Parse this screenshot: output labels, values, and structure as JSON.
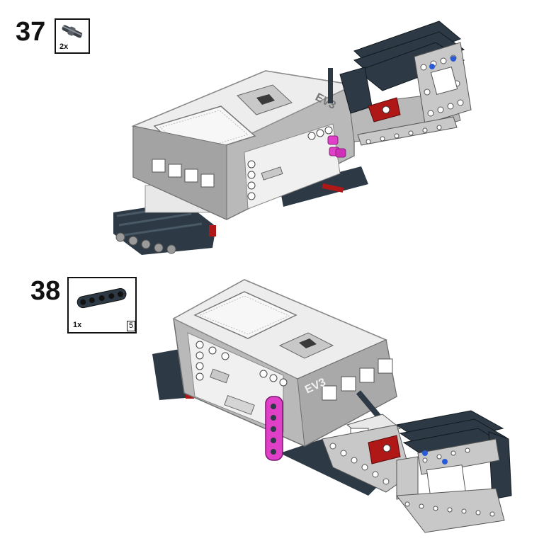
{
  "steps": [
    {
      "number": "37",
      "parts": [
        {
          "quantity": "2x",
          "part_icon": "axle-pin-icon"
        }
      ]
    },
    {
      "number": "38",
      "parts": [
        {
          "quantity": "1x",
          "part_icon": "beam-5-icon",
          "length": "5"
        }
      ]
    }
  ],
  "brick_label": "EV3",
  "colors": {
    "dark_bluish_gray": "#2d3a45",
    "light_gray": "#a8a8a8",
    "white": "#f2f2f2",
    "red": "#b01818",
    "magenta": "#e040c8",
    "blue": "#2a5bd7"
  }
}
